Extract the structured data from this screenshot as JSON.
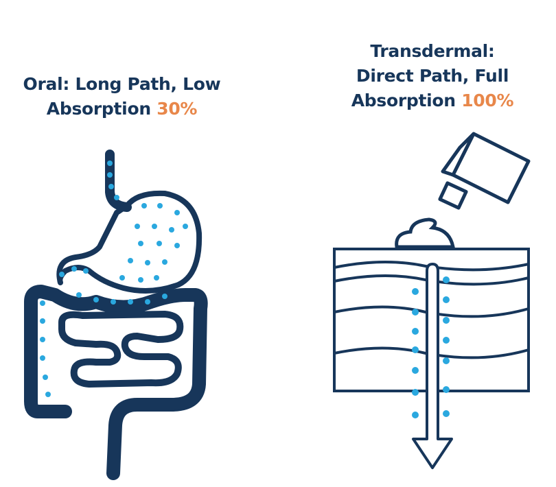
{
  "oral": {
    "title_line1": "Oral: Long Path, Low",
    "title_line2_prefix": "Absorption",
    "percent": "30%"
  },
  "transdermal": {
    "title_line1": "Transdermal:",
    "title_line2": "Direct Path, Full",
    "title_line3_prefix": "Absorption",
    "percent": "100%"
  },
  "colors": {
    "navy": "#17365a",
    "accent": "#e8874a",
    "dot": "#2aa8df"
  }
}
